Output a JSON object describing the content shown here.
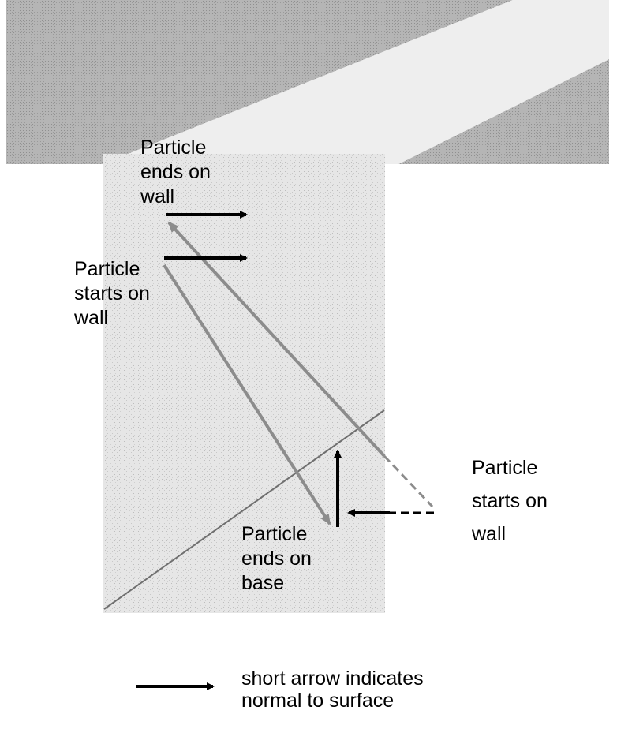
{
  "labels": {
    "ends_on_wall": "Particle\nends on\nwall",
    "starts_on_wall_left": "Particle\nstarts on\nwall",
    "ends_on_base": "Particle\nends on\nbase",
    "starts_on_wall_right": "Particle\nstarts on\nwall"
  },
  "legend": {
    "text": "short arrow indicates\nnormal to surface"
  },
  "colors": {
    "top_band": "#b3b3b3",
    "trench": "#e4e4e4",
    "trajectory": "#8c8c8c",
    "normal_arrow": "#000000"
  }
}
